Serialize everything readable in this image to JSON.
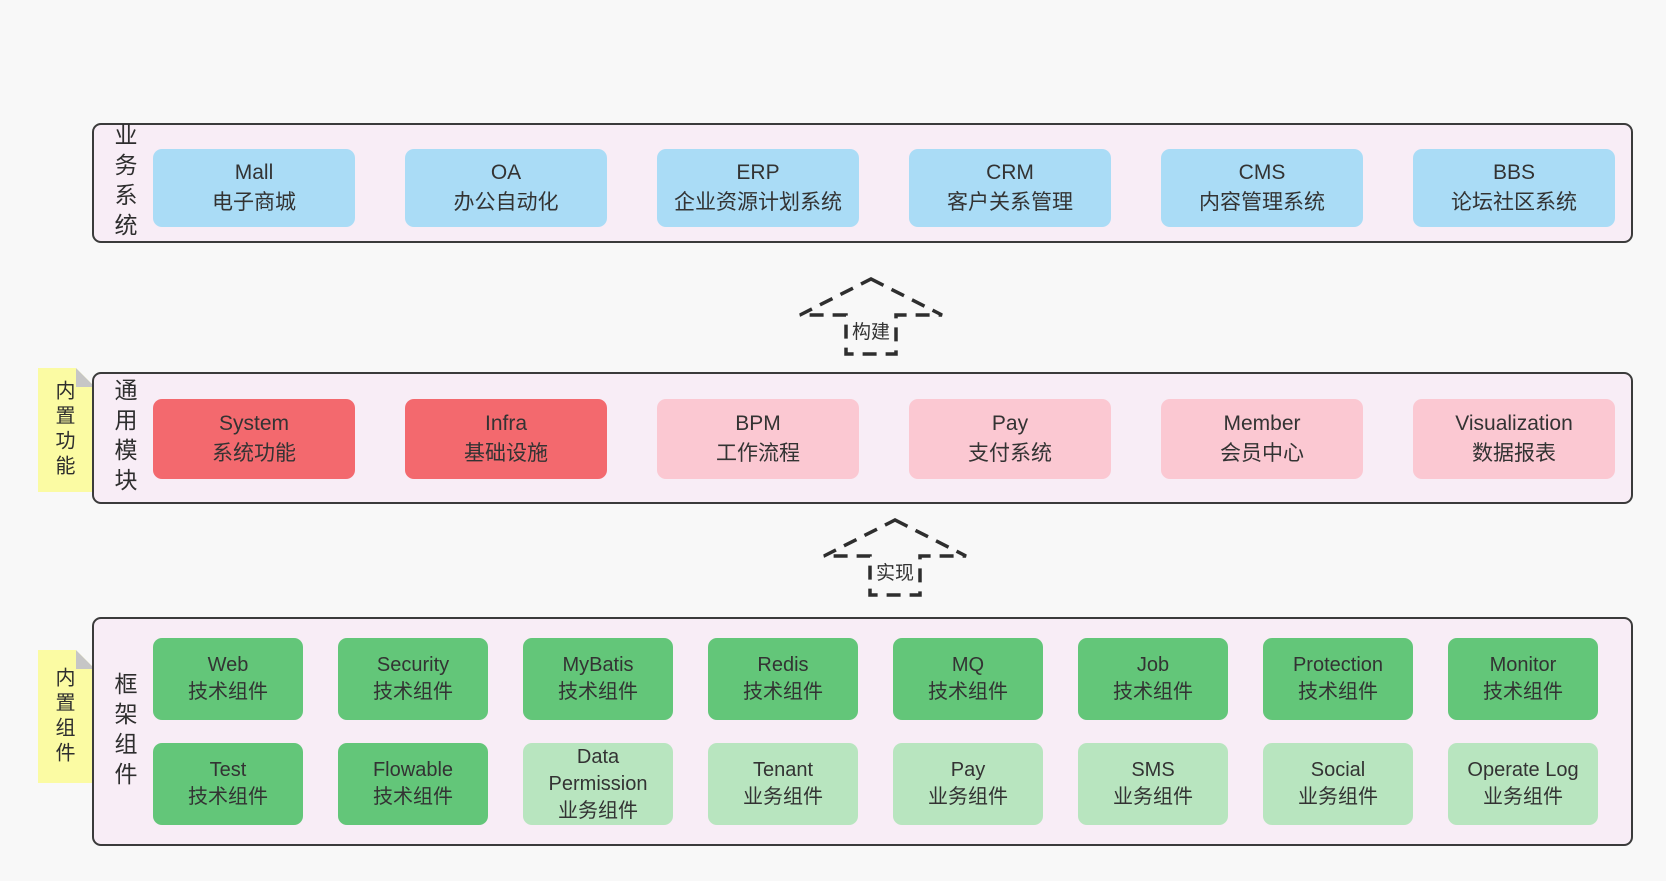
{
  "colors": {
    "page_bg": "#f8f8f8",
    "band_bg": "#f8edf6",
    "band_border": "#3b3b3b",
    "blue": "#aadcf6",
    "red": "#f3696e",
    "pink": "#fbc8d2",
    "green_dark": "#63c679",
    "green_light": "#b8e5bf",
    "sticky_yellow": "#fbfba3",
    "sticky_fold": "#c6c6c6",
    "text": "#333333"
  },
  "bands": {
    "business": {
      "label": "业务系统",
      "boxes": [
        {
          "name": "Mall",
          "desc": "电子商城"
        },
        {
          "name": "OA",
          "desc": "办公自动化"
        },
        {
          "name": "ERP",
          "desc": "企业资源计划系统"
        },
        {
          "name": "CRM",
          "desc": "客户关系管理"
        },
        {
          "name": "CMS",
          "desc": "内容管理系统"
        },
        {
          "name": "BBS",
          "desc": "论坛社区系统"
        }
      ]
    },
    "modules": {
      "label": "通用模块",
      "sticky": "内置功能",
      "boxes": [
        {
          "name": "System",
          "desc": "系统功能",
          "variant": "red"
        },
        {
          "name": "Infra",
          "desc": "基础设施",
          "variant": "red"
        },
        {
          "name": "BPM",
          "desc": "工作流程",
          "variant": "pink"
        },
        {
          "name": "Pay",
          "desc": "支付系统",
          "variant": "pink"
        },
        {
          "name": "Member",
          "desc": "会员中心",
          "variant": "pink"
        },
        {
          "name": "Visualization",
          "desc": "数据报表",
          "variant": "pink"
        }
      ]
    },
    "components": {
      "label": "框架组件",
      "sticky": "内置组件",
      "row1": [
        {
          "name": "Web",
          "desc": "技术组件",
          "variant": "dark"
        },
        {
          "name": "Security",
          "desc": "技术组件",
          "variant": "dark"
        },
        {
          "name": "MyBatis",
          "desc": "技术组件",
          "variant": "dark"
        },
        {
          "name": "Redis",
          "desc": "技术组件",
          "variant": "dark"
        },
        {
          "name": "MQ",
          "desc": "技术组件",
          "variant": "dark"
        },
        {
          "name": "Job",
          "desc": "技术组件",
          "variant": "dark"
        },
        {
          "name": "Protection",
          "desc": "技术组件",
          "variant": "dark"
        },
        {
          "name": "Monitor",
          "desc": "技术组件",
          "variant": "dark"
        }
      ],
      "row2": [
        {
          "name": "Test",
          "desc": "技术组件",
          "variant": "dark"
        },
        {
          "name": "Flowable",
          "desc": "技术组件",
          "variant": "dark"
        },
        {
          "name": "Data Permission",
          "desc": "业务组件",
          "variant": "light"
        },
        {
          "name": "Tenant",
          "desc": "业务组件",
          "variant": "light"
        },
        {
          "name": "Pay",
          "desc": "业务组件",
          "variant": "light"
        },
        {
          "name": "SMS",
          "desc": "业务组件",
          "variant": "light"
        },
        {
          "name": "Social",
          "desc": "业务组件",
          "variant": "light"
        },
        {
          "name": "Operate Log",
          "desc": "业务组件",
          "variant": "light"
        }
      ]
    }
  },
  "arrows": {
    "build": "构建",
    "implement": "实现"
  }
}
